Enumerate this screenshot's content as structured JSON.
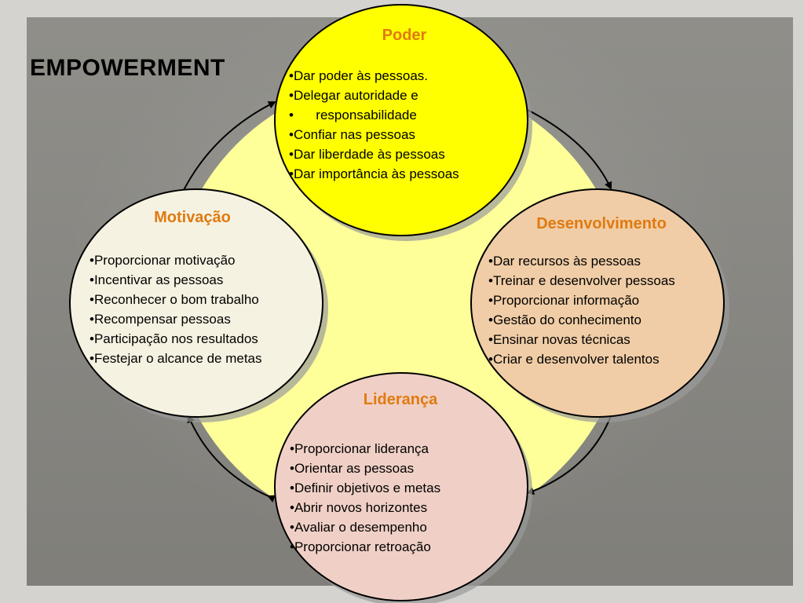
{
  "title": "EMPOWERMENT",
  "colors": {
    "accent_title": "#e07a10",
    "poder_fill": "#ffff00",
    "motivacao_fill": "#f6f2e2",
    "desenvolvimento_fill": "#f0cda6",
    "lideranca_fill": "#f0d0c6",
    "ring_fill": "#ffff99"
  },
  "circles": {
    "poder": {
      "title": "Poder",
      "items": [
        "Dar poder às pessoas.",
        "Delegar autoridade e",
        "      responsabilidade",
        "Confiar nas pessoas",
        "Dar liberdade às pessoas",
        "Dar importância às pessoas"
      ]
    },
    "motivacao": {
      "title": "Motivação",
      "items": [
        "Proporcionar motivação",
        "Incentivar as pessoas",
        "Reconhecer o bom trabalho",
        "Recompensar pessoas",
        "Participação nos resultados",
        "Festejar o alcance de metas"
      ]
    },
    "desenvolvimento": {
      "title": "Desenvolvimento",
      "items": [
        "Dar recursos às pessoas",
        "Treinar e desenvolver pessoas",
        "Proporcionar informação",
        "Gestão do conhecimento",
        "Ensinar novas técnicas",
        "Criar e desenvolver talentos"
      ]
    },
    "lideranca": {
      "title": "Liderança",
      "items": [
        "Proporcionar liderança",
        "Orientar as pessoas",
        "Definir objetivos e metas",
        "Abrir novos horizontes",
        "Avaliar o desempenho",
        "Proporcionar retroação"
      ]
    }
  }
}
